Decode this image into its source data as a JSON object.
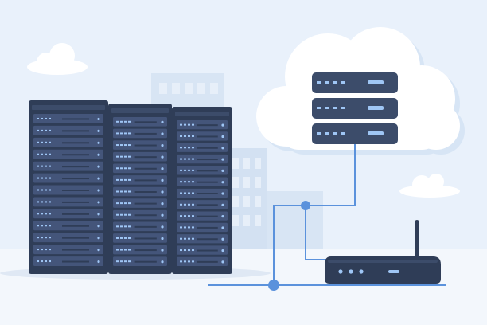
{
  "scene": {
    "subject": "server-infrastructure-illustration",
    "palette": {
      "sky": "#e9f1fb",
      "ground": "#f2f6fc",
      "building": "#d6e3f3",
      "cloud": "#ffffff",
      "cloud_shadow": "#d7e5f5",
      "rack_dark": "#2f3d57",
      "rack_mid": "#3c4c6a",
      "rack_face": "#44557a",
      "led": "#9fc6f5",
      "wire": "#5b92dc"
    },
    "icons": [
      "server-rack",
      "cloud",
      "cloud-server-unit",
      "router",
      "antenna",
      "network-node"
    ]
  }
}
